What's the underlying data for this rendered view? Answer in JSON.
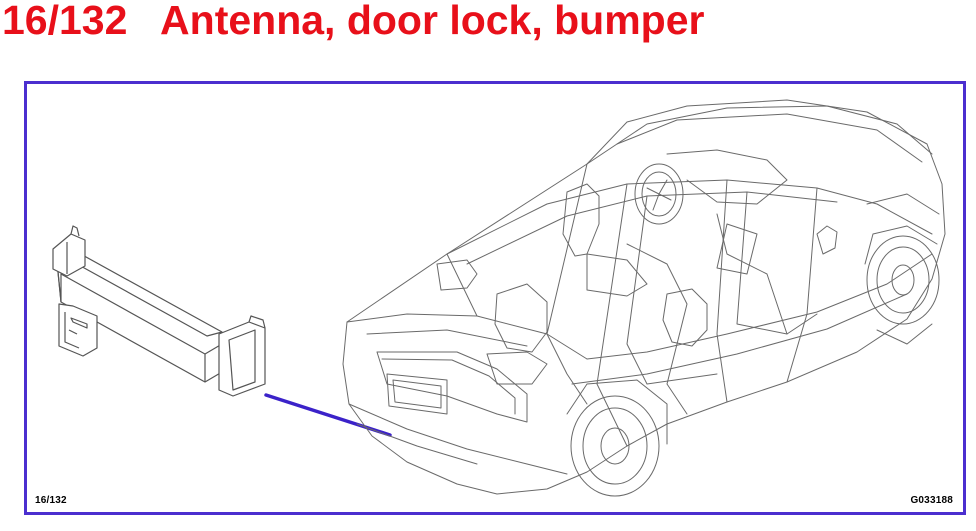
{
  "header": {
    "title": "16/132   Antenna, door lock, bumper"
  },
  "diagram": {
    "reference_code": "16/132",
    "drawing_number": "G033188",
    "colors": {
      "title": "#e8101a",
      "frame": "#4b2fcf",
      "pointer_line": "#3b22c9",
      "line_art": "#6a6a6a"
    }
  }
}
